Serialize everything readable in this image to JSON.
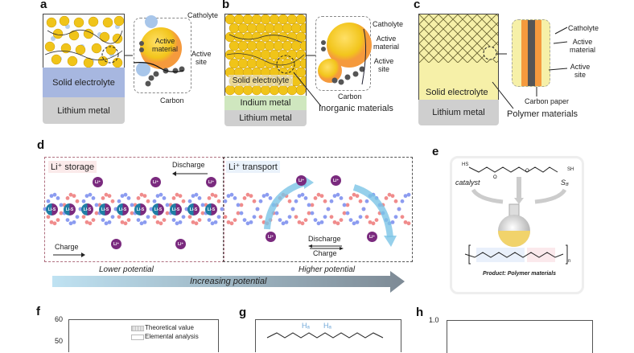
{
  "panels": {
    "a": {
      "label": "a",
      "layers": [
        "Solid electrolyte",
        "Lithium metal"
      ],
      "inset_labels": {
        "catholyte": "Catholyte",
        "active_material": "Active material",
        "active_site": "Active site",
        "carbon": "Carbon"
      }
    },
    "b": {
      "label": "b",
      "layers": [
        "Solid electrolyte",
        "Indium metal",
        "Lithium metal"
      ],
      "inset_labels": {
        "catholyte": "Catholyte",
        "active_material": "Active material",
        "active_site": "Active site",
        "carbon": "Carbon"
      },
      "callout": "Inorganic materials"
    },
    "c": {
      "label": "c",
      "layers": [
        "Solid electrolyte",
        "Lithium metal"
      ],
      "inset_labels": {
        "catholyte": "Catholyte",
        "active_material": "Active material",
        "active_site": "Active site",
        "carbon_paper": "Carbon paper"
      },
      "callout": "Polymer materials"
    },
    "d": {
      "label": "d",
      "left_title": "Li⁺ storage",
      "right_title": "Li⁺ transport",
      "discharge": "Discharge",
      "charge": "Charge",
      "ion_label": "Li⁺",
      "lis_label": "Li-S",
      "lower": "Lower potential",
      "higher": "Higher potential",
      "arrow_text": "Increasing potential"
    },
    "e": {
      "label": "e",
      "reactant_left": "HS",
      "reactant_right": "SH",
      "catalyst": "catalyst",
      "sulfur": "S₈",
      "product": "Product: Polymer materials",
      "subscript_n": "n"
    },
    "f": {
      "label": "f",
      "legend": [
        "Theoretical value",
        "Elemental analysis"
      ],
      "y_ticks": [
        "60",
        "50"
      ]
    },
    "g": {
      "label": "g",
      "h_label": "Hₐ"
    },
    "h": {
      "label": "h",
      "y_ticks": [
        "1.0"
      ]
    }
  },
  "colors": {
    "electrolyte_blue": "#a7b7e0",
    "lithium_gray": "#cfcfcf",
    "indium_green": "#cfe7bf",
    "polymer_yellow": "#f6f0a8",
    "active_yellow": "#f2c51c",
    "active_site_orange": "#f59a3d",
    "ion_purple": "#7a2a7e",
    "arrow_blue": "#a9d4e8"
  }
}
